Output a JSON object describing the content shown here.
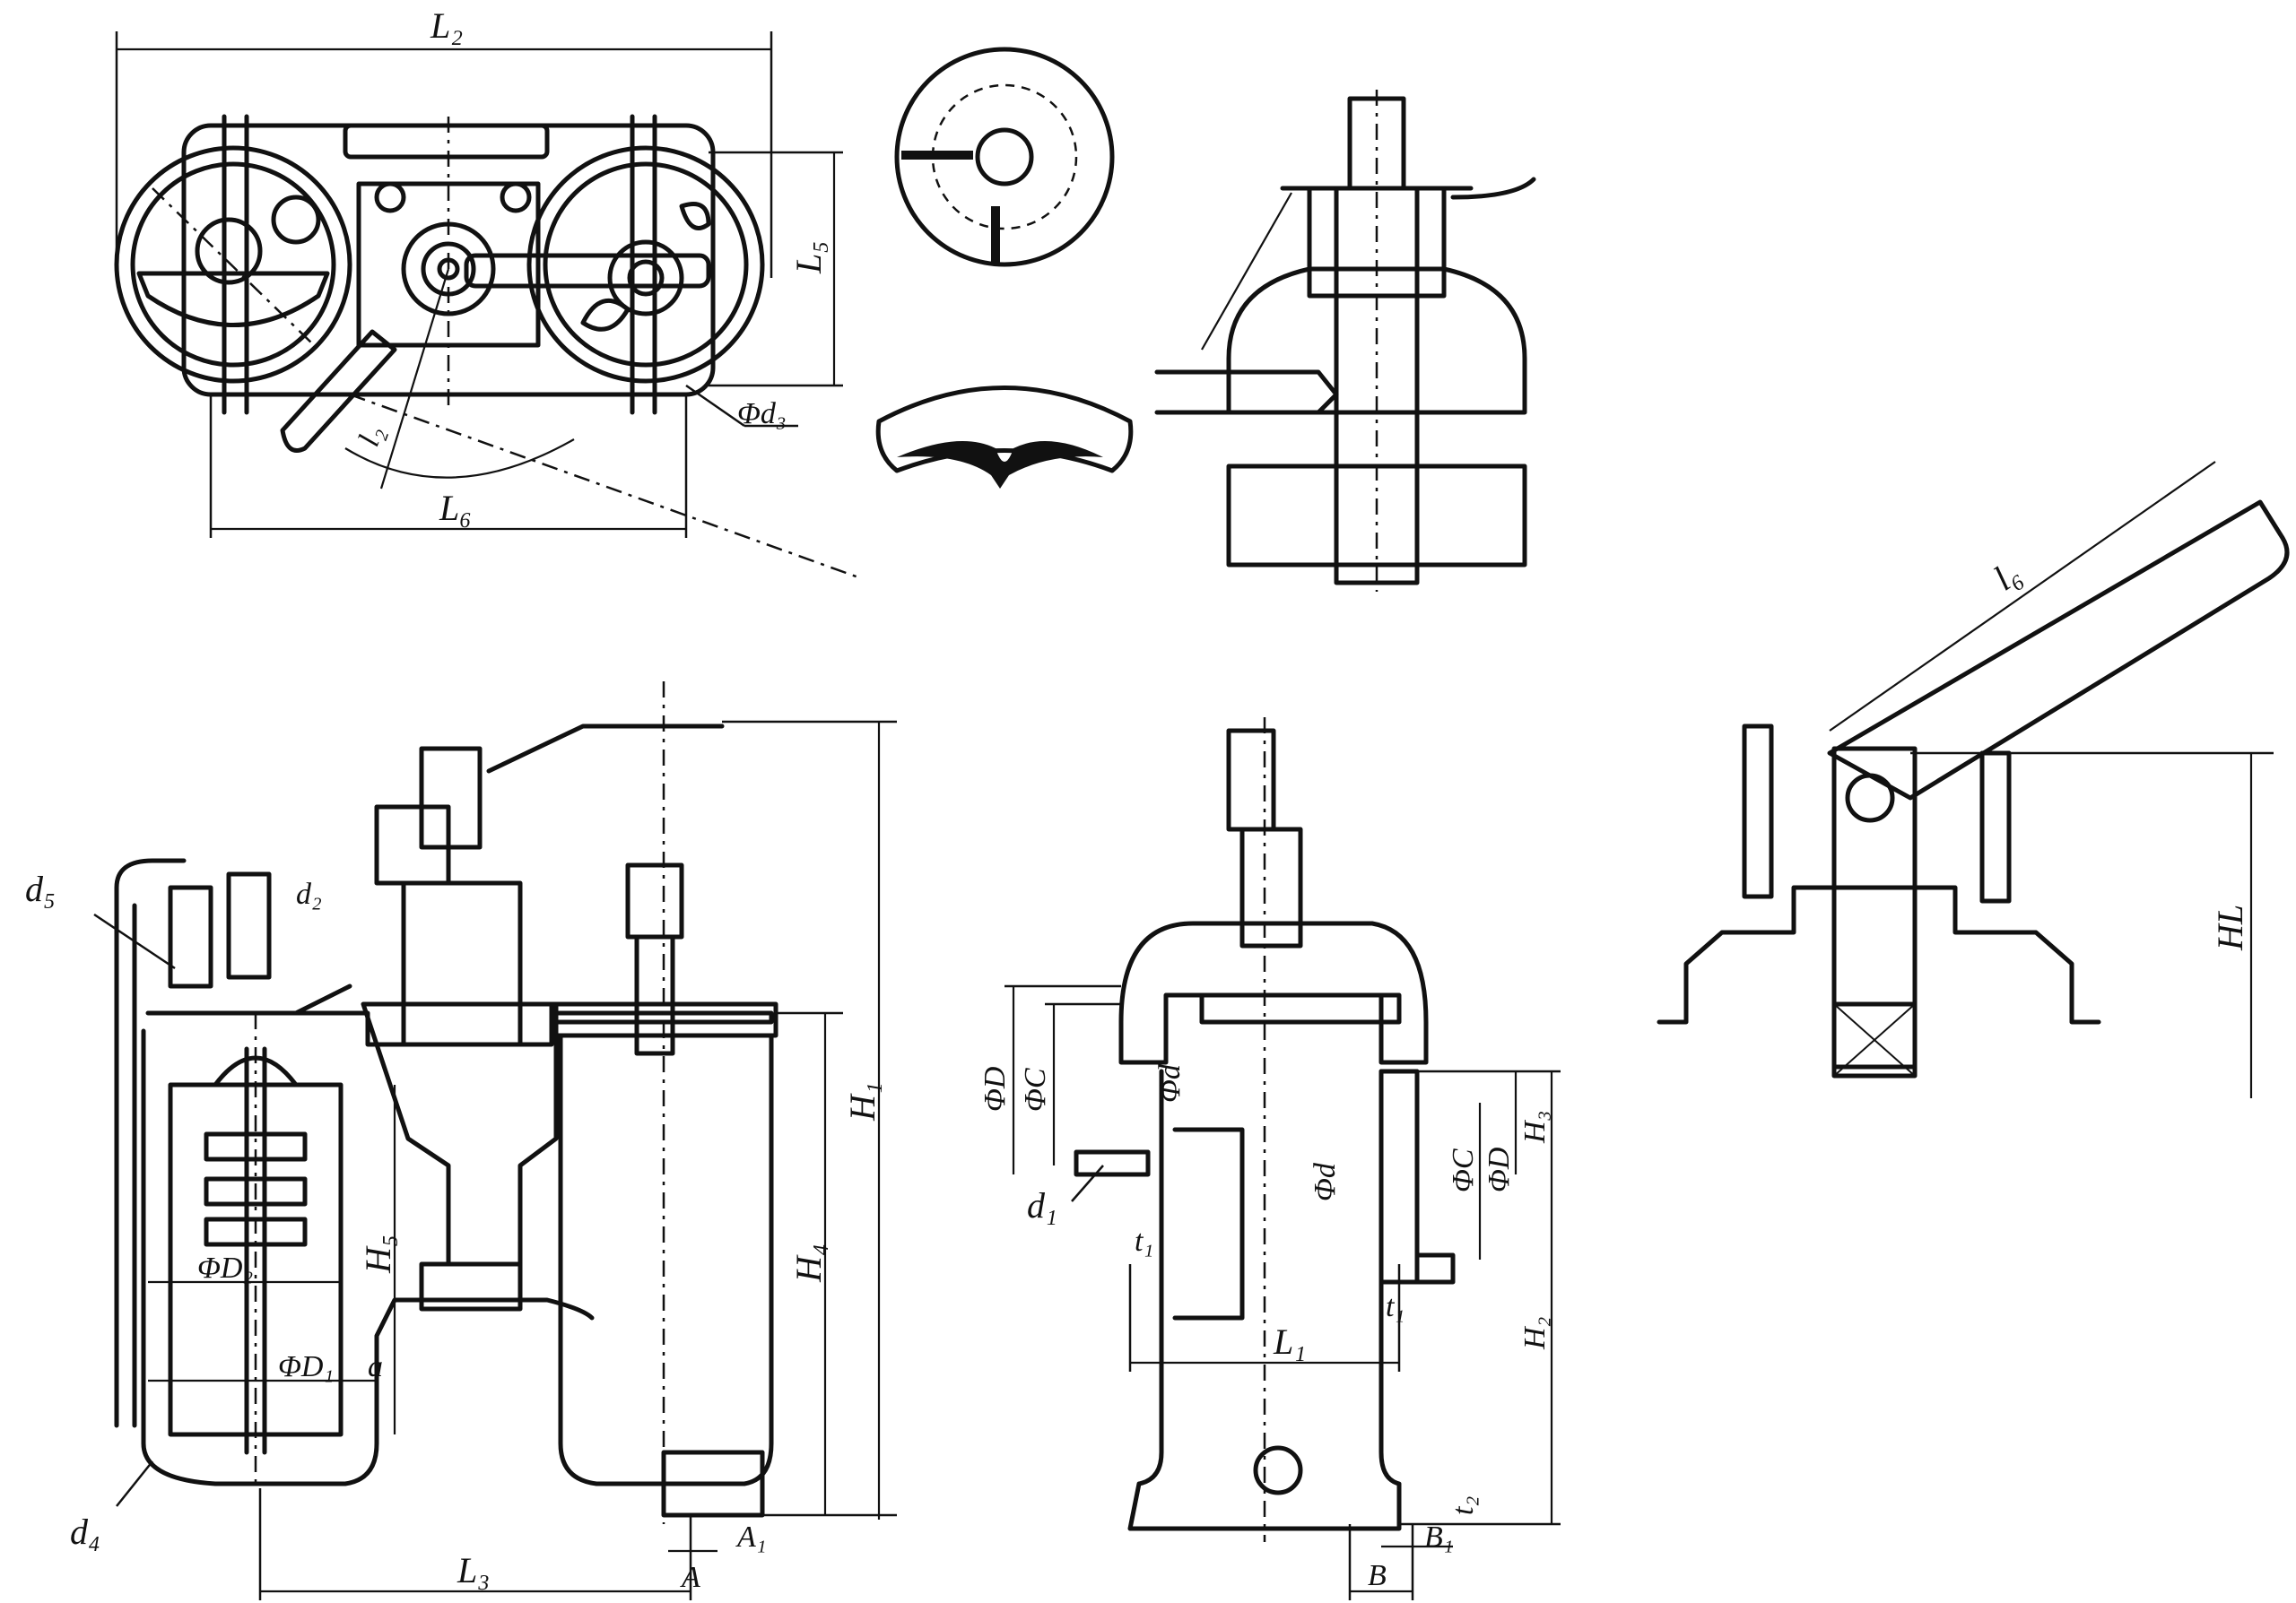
{
  "labels": {
    "L2_top": "L₂",
    "L5": "L₅",
    "l2": "l₂",
    "phi_d3": "Φd₃",
    "L6": "L₆",
    "l6": "l₆",
    "HL": "HL",
    "d5": "d₅",
    "d2": "d₂",
    "H1": "H₁",
    "H4": "H₄",
    "H5": "H₅",
    "phi_D2": "ΦD₂",
    "phi_D1": "ΦD₁",
    "a": "a",
    "d4": "d₄",
    "L3": "L₃",
    "A": "A",
    "A1": "A₁",
    "phi_D_left": "ΦD",
    "phi_C_left": "ΦC",
    "phi_d_left": "Φd",
    "d1": "d₁",
    "t1_left": "t₁",
    "phi_d_right": "Φd",
    "phi_C_right": "ΦC",
    "phi_D_right": "ΦD",
    "H3": "H₃",
    "H2": "H₂",
    "t1_right": "t₁",
    "L1": "L₁",
    "t2": "t₂",
    "B1": "B₁",
    "B": "B"
  }
}
